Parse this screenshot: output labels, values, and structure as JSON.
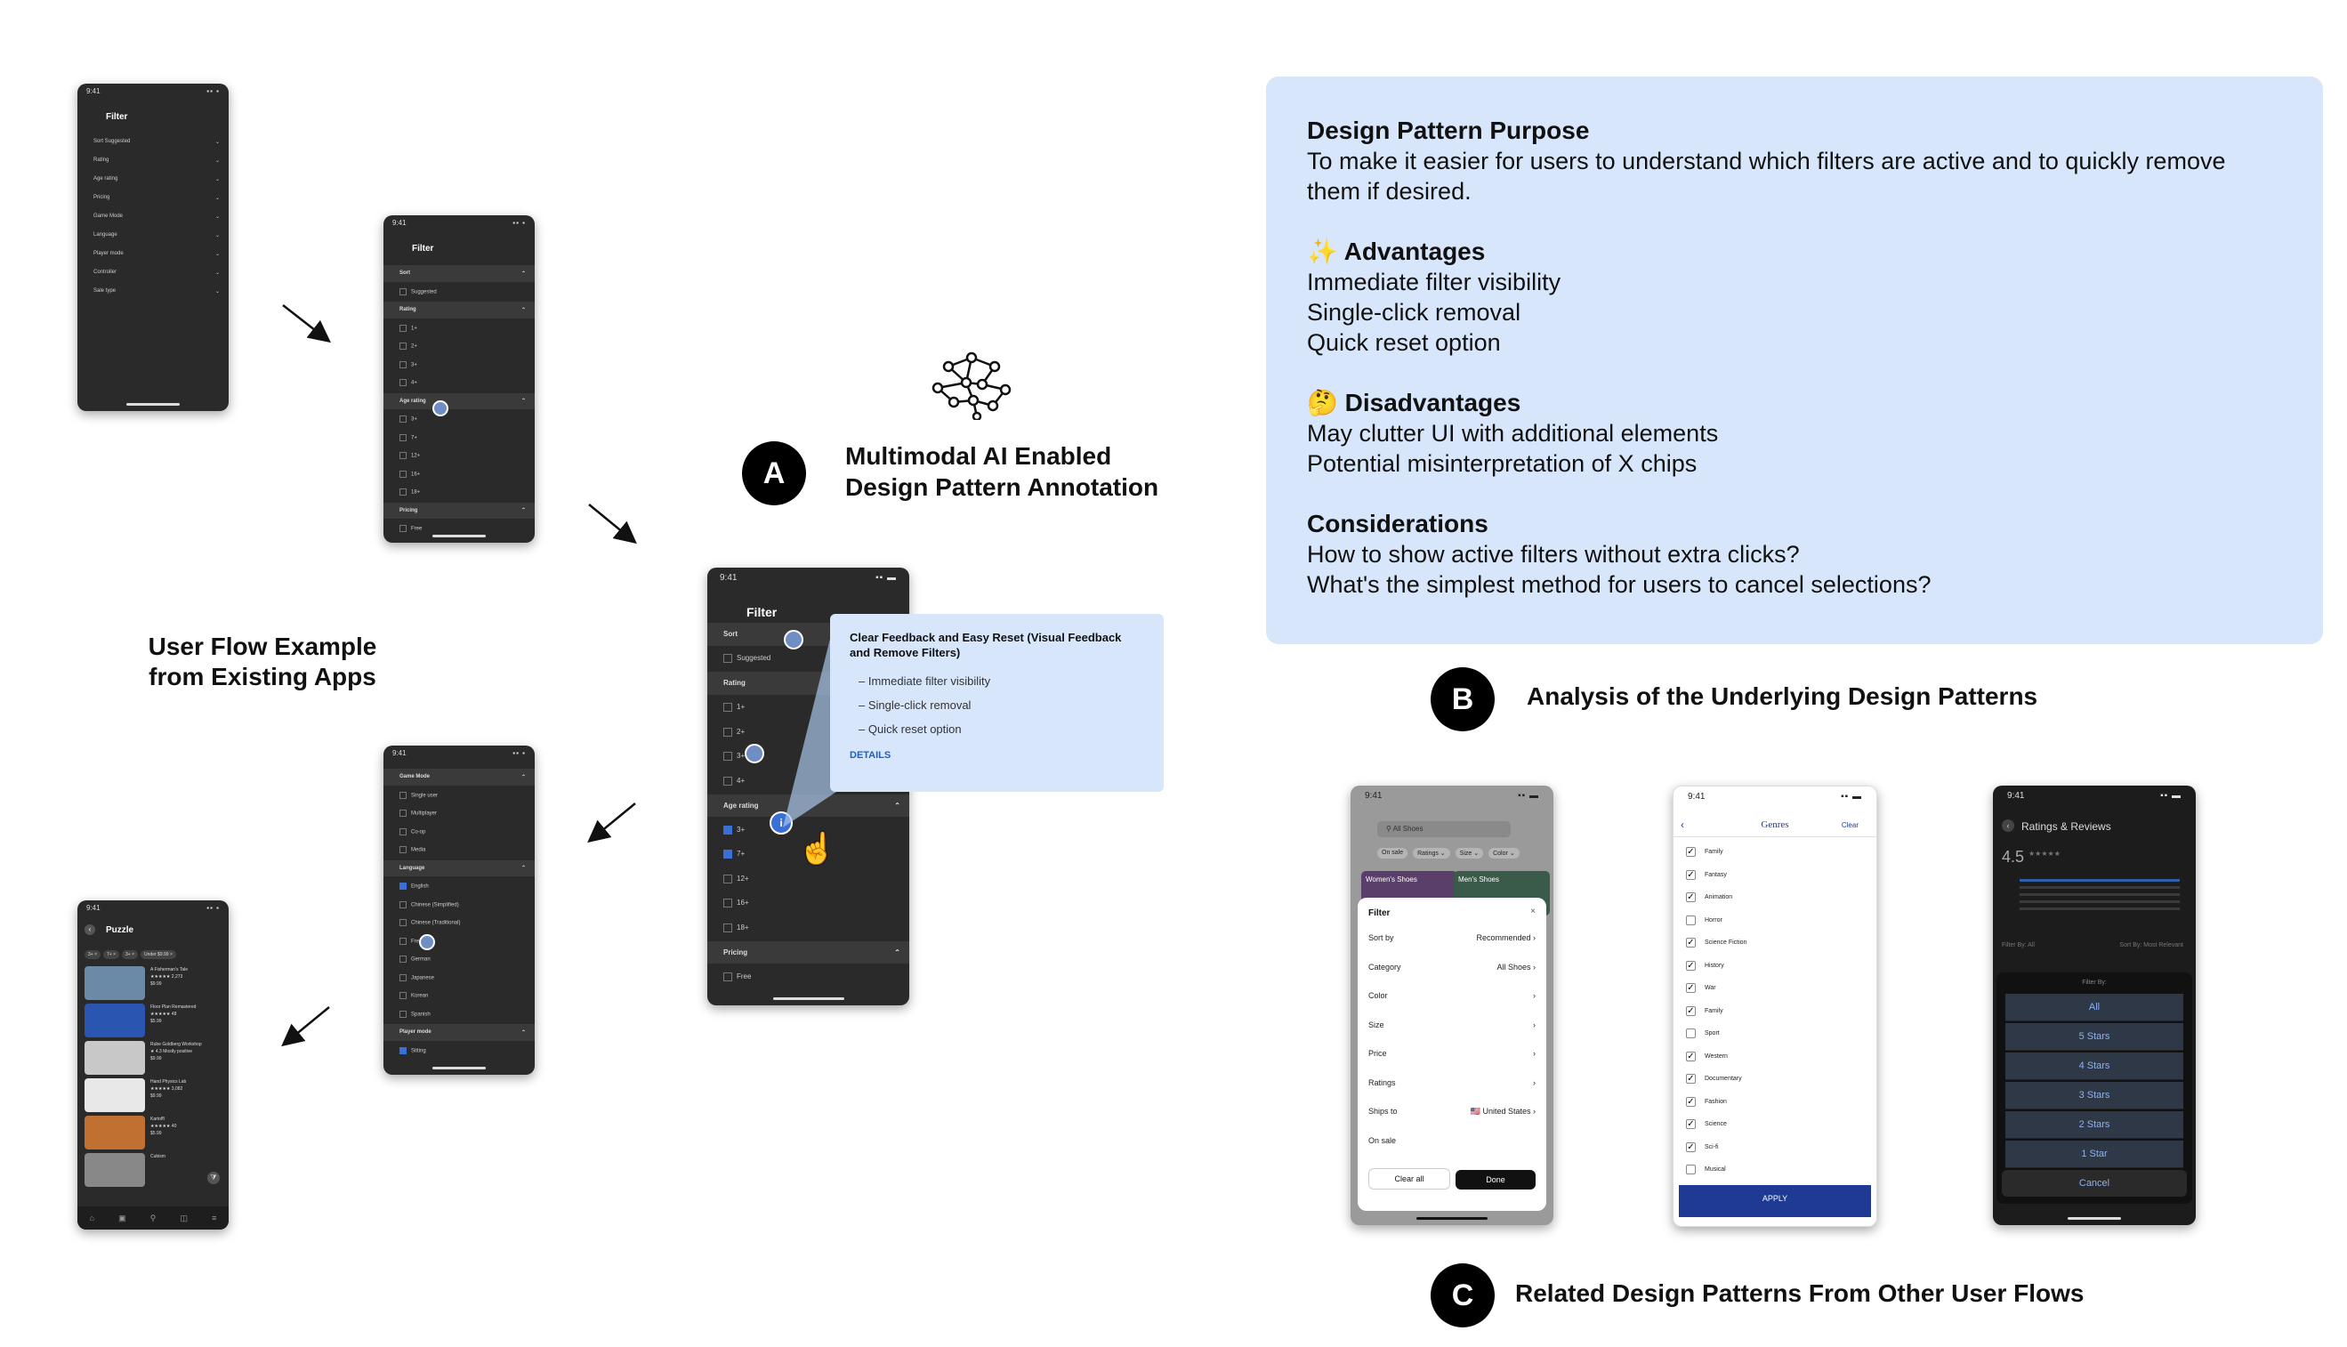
{
  "section_a": {
    "label": "A",
    "title_line1": "Multimodal AI Enabled",
    "title_line2": "Design Pattern Annotation"
  },
  "user_flow": {
    "title_line1": "User Flow Example",
    "title_line2": "from Existing Apps"
  },
  "phone1": {
    "time": "9:41",
    "title": "Filter",
    "rows": [
      "Sort  Suggested",
      "Rating",
      "Age rating",
      "Pricing",
      "Game Mode",
      "Language",
      "Player mode",
      "Controller",
      "Sale type"
    ]
  },
  "phone2": {
    "time": "9:41",
    "title": "Filter",
    "rows": [
      "Sort",
      "Suggested",
      "Rating",
      "1+",
      "2+",
      "3+",
      "4+",
      "Age rating",
      "3+",
      "7+",
      "12+",
      "16+",
      "18+",
      "Pricing",
      "Free"
    ]
  },
  "phone3": {
    "time": "9:41",
    "rows": [
      "Game Mode",
      "Single user",
      "Multiplayer",
      "Co-op",
      "Media",
      "Language",
      "English",
      "Chinese (Simplified)",
      "Chinese (Traditional)",
      "French",
      "German",
      "Japanese",
      "Korean",
      "Spanish",
      "Player mode",
      "Sitting"
    ]
  },
  "phone4": {
    "time": "9:41",
    "title": "Puzzle",
    "chips": [
      "3+ ×",
      "7+ ×",
      "3+ ×",
      "Under $9.99 ×"
    ],
    "games": [
      {
        "name": "A Fisherman's Tale",
        "meta": "★★★★★ 2,273",
        "price": "$9.99",
        "color": "#6b8aa8"
      },
      {
        "name": "Floor Plan Remastered",
        "meta": "★★★★★ 48",
        "price": "$5.99",
        "color": "#2a55b0"
      },
      {
        "name": "Rube Goldberg Workshop",
        "meta": "★ 4.3 Mostly positive",
        "price": "$9.99",
        "color": "#c8c8c8"
      },
      {
        "name": "Hand Physics Lab",
        "meta": "★★★★★ 3,082",
        "price": "$9.99",
        "color": "#e8e8e8"
      },
      {
        "name": "Kartoffl",
        "meta": "★★★★★ 40",
        "price": "$5.99",
        "color": "#c07030"
      },
      {
        "name": "Cubism",
        "meta": "",
        "price": "",
        "color": "#888"
      }
    ]
  },
  "phone_center": {
    "time": "9:41",
    "title": "Filter",
    "rows": [
      "Sort",
      "Suggested",
      "Rating",
      "1+",
      "2+",
      "3+",
      "4+",
      "Age rating",
      "3+",
      "7+",
      "12+",
      "16+",
      "18+",
      "Pricing",
      "Free"
    ]
  },
  "tooltip": {
    "title": "Clear Feedback and Easy Reset (Visual Feedback and Remove Filters)",
    "bullets": [
      "– Immediate filter visibility",
      "– Single-click removal",
      "– Quick reset option"
    ],
    "details": "DETAILS"
  },
  "panel_b": {
    "purpose_heading": "Design Pattern Purpose",
    "purpose_text": "To make it easier for users to understand which filters are active and to quickly remove them if desired.",
    "advantages_heading": "✨ Advantages",
    "advantages": [
      "Immediate filter visibility",
      "Single-click removal",
      "Quick reset option"
    ],
    "disadvantages_heading": "🤔 Disadvantages",
    "disadvantages": [
      "May clutter UI with additional elements",
      "Potential misinterpretation of X chips"
    ],
    "considerations_heading": "Considerations",
    "considerations": [
      "How to show active filters without extra clicks?",
      "What's the simplest method for users to cancel selections?"
    ]
  },
  "section_b": {
    "label": "B",
    "title": "Analysis of the Underlying Design Patterns"
  },
  "section_c": {
    "label": "C",
    "title": "Related Design Patterns From Other User Flows"
  },
  "shoes": {
    "time": "9:41",
    "search": "All Shoes",
    "chips": [
      "On sale",
      "Ratings ⌄",
      "Size ⌄",
      "Color ⌄"
    ],
    "cards": [
      "Women's Shoes",
      "Men's Shoes"
    ],
    "sheet_title": "Filter",
    "rows": [
      {
        "label": "Sort by",
        "value": "Recommended ›"
      },
      {
        "label": "Category",
        "value": "All Shoes ›"
      },
      {
        "label": "Color",
        "value": "›"
      },
      {
        "label": "Size",
        "value": "›"
      },
      {
        "label": "Price",
        "value": "›"
      },
      {
        "label": "Ratings",
        "value": "›"
      },
      {
        "label": "Ships to",
        "value": "🇺🇸 United States ›"
      },
      {
        "label": "On sale",
        "value": ""
      }
    ],
    "clear_all": "Clear all",
    "done": "Done"
  },
  "genres": {
    "time": "9:41",
    "title": "Genres",
    "clear": "Clear",
    "items": [
      {
        "label": "Family",
        "checked": true
      },
      {
        "label": "Fantasy",
        "checked": true
      },
      {
        "label": "Animation",
        "checked": true
      },
      {
        "label": "Horror",
        "checked": false
      },
      {
        "label": "Science Fiction",
        "checked": true
      },
      {
        "label": "History",
        "checked": true
      },
      {
        "label": "War",
        "checked": true
      },
      {
        "label": "Family",
        "checked": true
      },
      {
        "label": "Sport",
        "checked": false
      },
      {
        "label": "Western",
        "checked": true
      },
      {
        "label": "Documentary",
        "checked": true
      },
      {
        "label": "Fashion",
        "checked": true
      },
      {
        "label": "Science",
        "checked": true
      },
      {
        "label": "Sci-fi",
        "checked": true
      },
      {
        "label": "Musical",
        "checked": false
      }
    ],
    "apply": "APPLY"
  },
  "ratings": {
    "time": "9:41",
    "title": "Ratings & Reviews",
    "score": "4.5",
    "filter_by_label": "Filter By: All",
    "sort_by_label": "Sort By: Most Relevant",
    "sheet_title": "Filter By:",
    "options": [
      "All",
      "5 Stars",
      "4 Stars",
      "3 Stars",
      "2 Stars",
      "1 Star"
    ],
    "cancel": "Cancel"
  },
  "colors": {
    "panel": "#d7e6fb",
    "dark_phone": "#2a2a2a",
    "accent_blue": "#3b6fd8",
    "apply_navy": "#1f3a93"
  }
}
